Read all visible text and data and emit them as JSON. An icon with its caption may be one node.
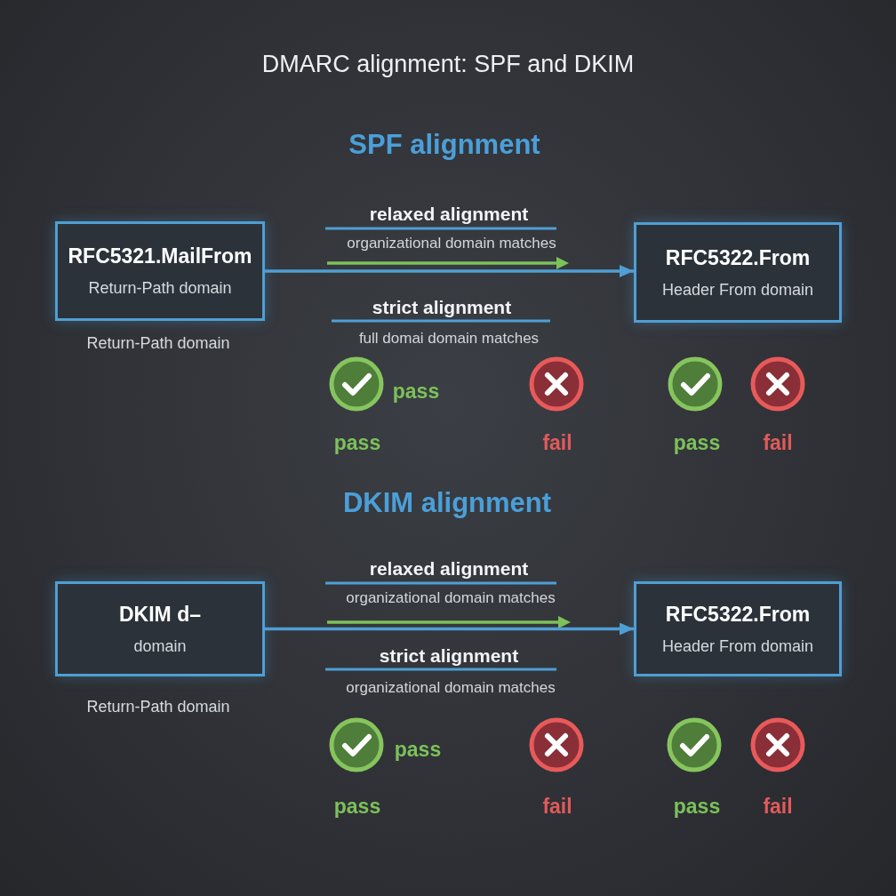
{
  "diagram": {
    "title": "DMARC alignment: SPF and DKIM",
    "nodes": [
      {
        "text": [
          "RFC5321.MailFrom",
          "Return-Path domain"
        ],
        "beside": [
          "Return-Path domain"
        ]
      },
      {
        "text": [
          "RFC5322.From",
          "Header From domain"
        ]
      },
      {
        "text": [
          "DKIM d–",
          "domain"
        ],
        "beside": [
          "Return-Path domain"
        ]
      },
      {
        "text": [
          "RFC5322.From",
          "Header From domain"
        ]
      }
    ],
    "edges": [
      {
        "from": 0,
        "to": 1,
        "arrow": "to"
      },
      {
        "from": 2,
        "to": 3,
        "arrow": "to"
      }
    ],
    "labels": [
      "SPF alignment",
      "relaxed alignment",
      "organizational domain matches",
      "strict alignment",
      "full domai domain matches",
      "pass",
      "pass",
      "fail",
      "pass",
      "fail",
      "DKIM alignment",
      "relaxed alignment",
      "organizational domain matches",
      "strict alignment",
      "organizational domain matches",
      "pass",
      "pass",
      "fail",
      "pass",
      "fail"
    ]
  }
}
